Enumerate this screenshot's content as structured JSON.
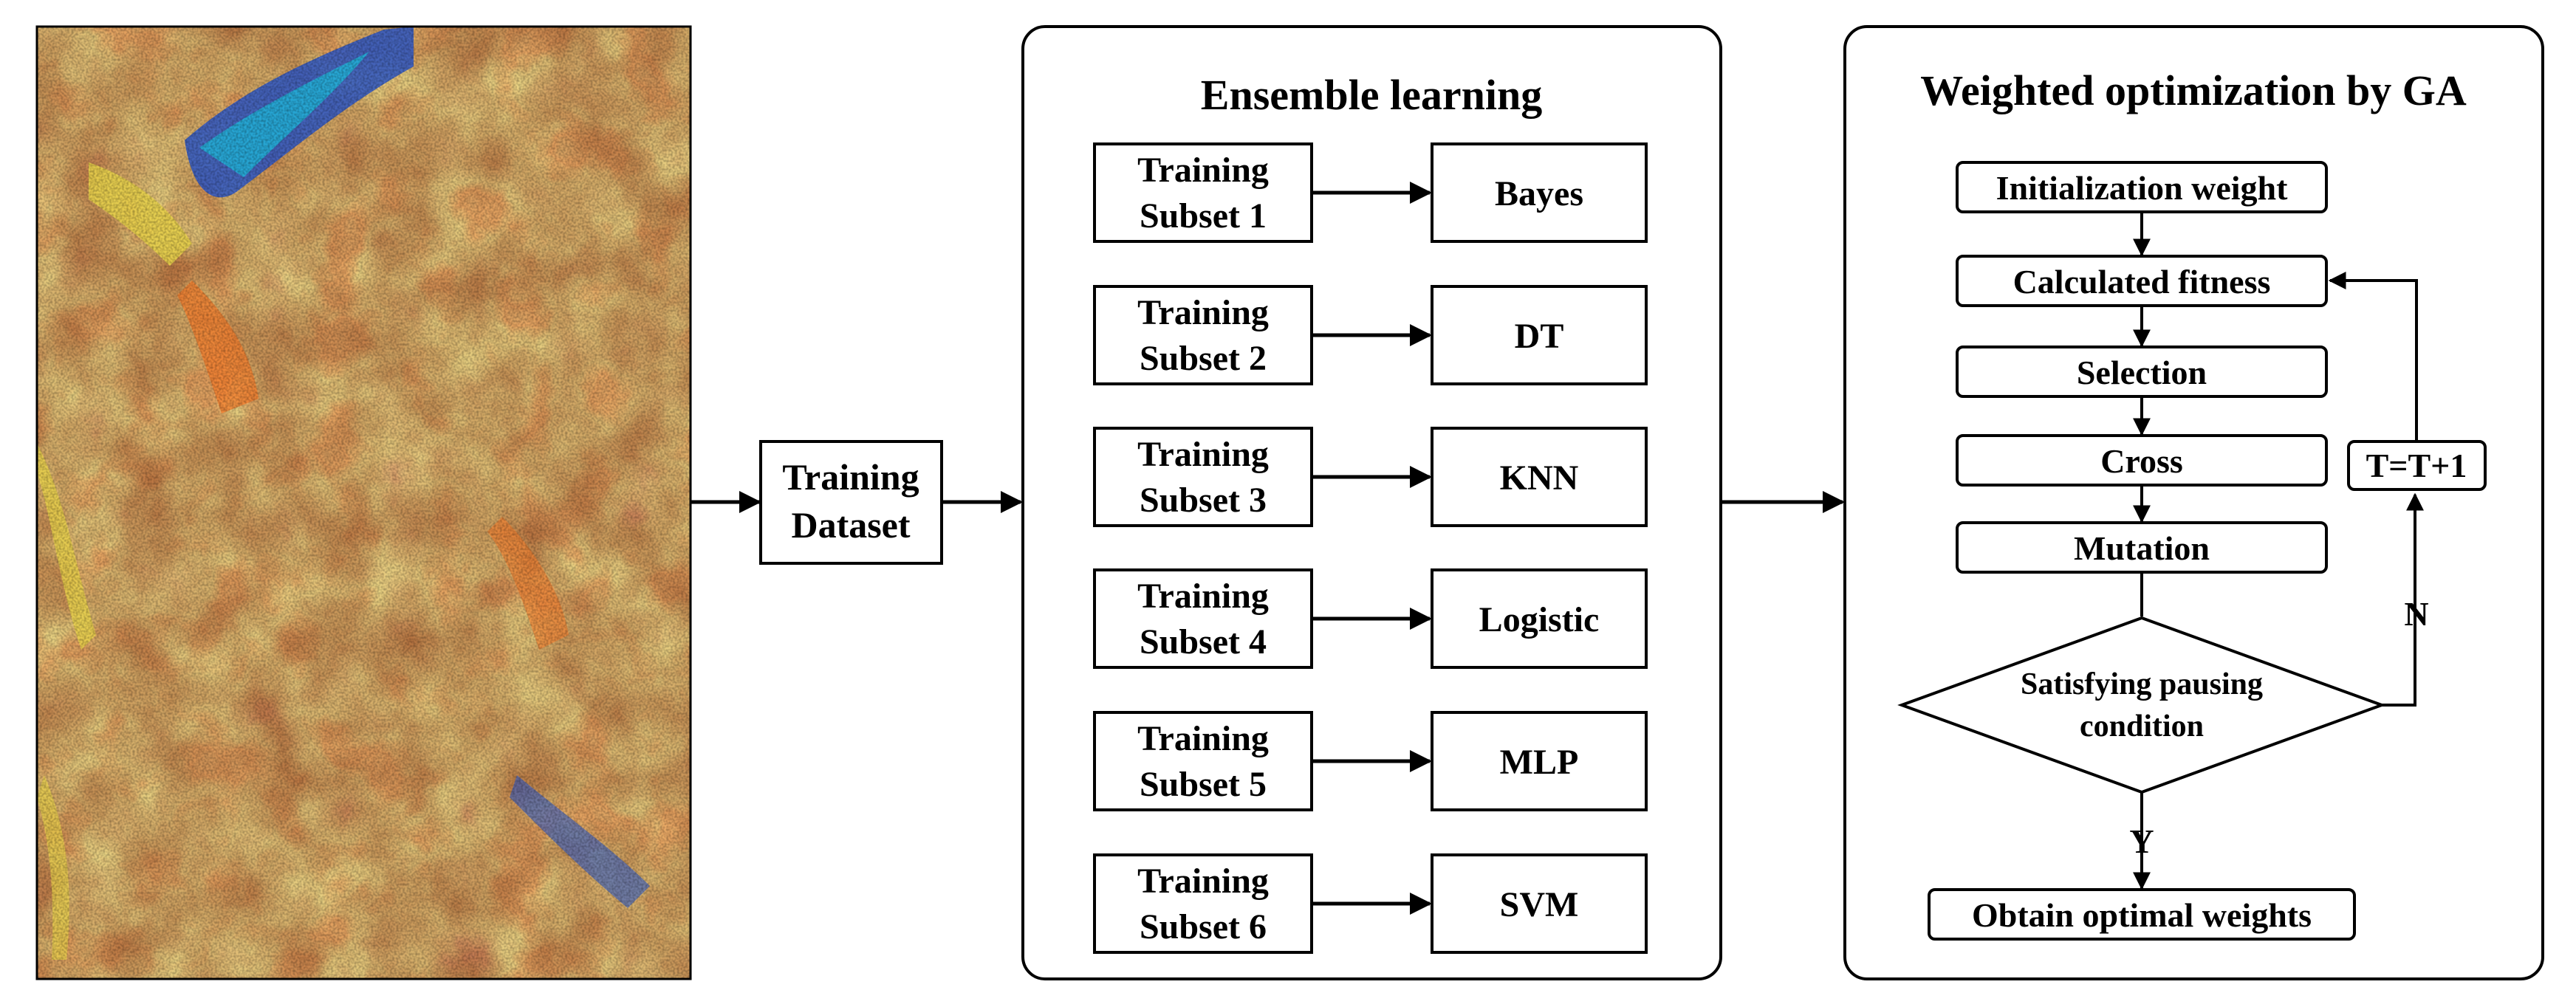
{
  "image": {
    "description_name": "remote-sensing-image",
    "colors": [
      "#b84a2a",
      "#d9a13a",
      "#5b3f86",
      "#e8d24a",
      "#2a56c8",
      "#f27a2a",
      "#1fb6d9"
    ]
  },
  "training_dataset": {
    "line1": "Training",
    "line2": "Dataset"
  },
  "ensemble": {
    "title": "Ensemble learning",
    "subsets": [
      {
        "line1": "Training",
        "line2": "Subset 1",
        "classifier": "Bayes"
      },
      {
        "line1": "Training",
        "line2": "Subset 2",
        "classifier": "DT"
      },
      {
        "line1": "Training",
        "line2": "Subset 3",
        "classifier": "KNN"
      },
      {
        "line1": "Training",
        "line2": "Subset 4",
        "classifier": "Logistic"
      },
      {
        "line1": "Training",
        "line2": "Subset 5",
        "classifier": "MLP"
      },
      {
        "line1": "Training",
        "line2": "Subset 6",
        "classifier": "SVM"
      }
    ]
  },
  "ga": {
    "title": "Weighted optimization by GA",
    "init": "Initialization weight",
    "fitness": "Calculated fitness",
    "selection": "Selection",
    "cross": "Cross",
    "mutation": "Mutation",
    "condition_line1": "Satisfying pausing",
    "condition_line2": "condition",
    "loop_label": "T=T+1",
    "no_label": "N",
    "yes_label": "Y",
    "output": "Obtain optimal weights"
  }
}
